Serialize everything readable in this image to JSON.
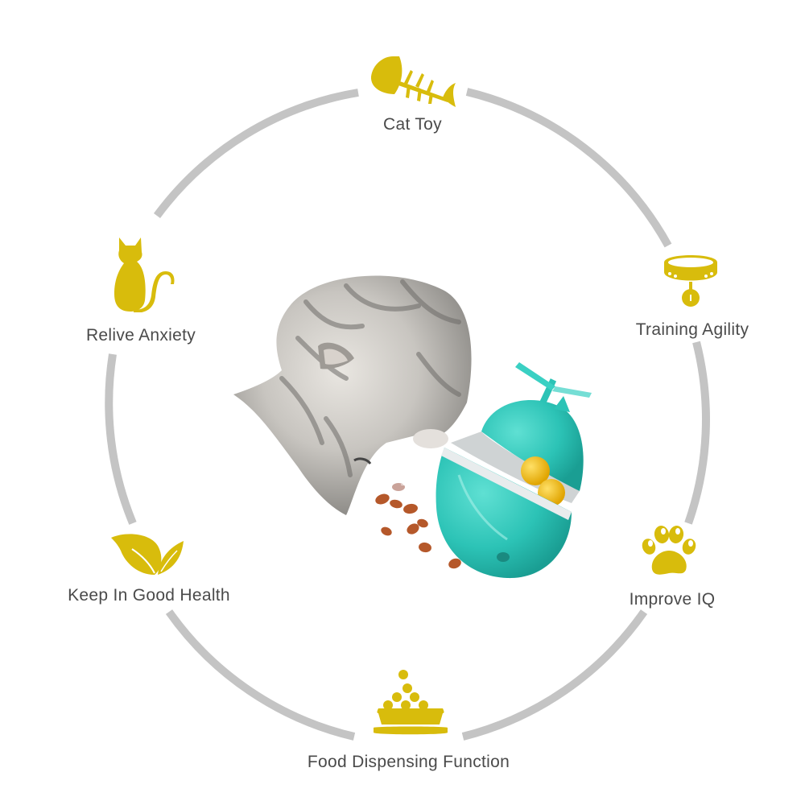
{
  "colors": {
    "accent": "#d8bc0c",
    "ring": "#c4c4c4",
    "label": "#4a4a4a",
    "toy": "#2fc8bb",
    "toy_balls": "#f0b800",
    "kibble": "#b5582a"
  },
  "features": [
    {
      "label": "Cat Toy",
      "icon": "fish-bone-icon"
    },
    {
      "label": "Training Agility",
      "icon": "collar-icon"
    },
    {
      "label": "Improve IQ",
      "icon": "paw-print-icon"
    },
    {
      "label": "Food Dispensing Function",
      "icon": "food-bowl-icon"
    },
    {
      "label": "Keep In Good Health",
      "icon": "leaf-icon"
    },
    {
      "label": "Relive Anxiety",
      "icon": "sitting-cat-icon"
    }
  ],
  "photo": {
    "subject": "tabby-cat-eating",
    "product": "teal-tumbler-food-dispenser-toy"
  }
}
